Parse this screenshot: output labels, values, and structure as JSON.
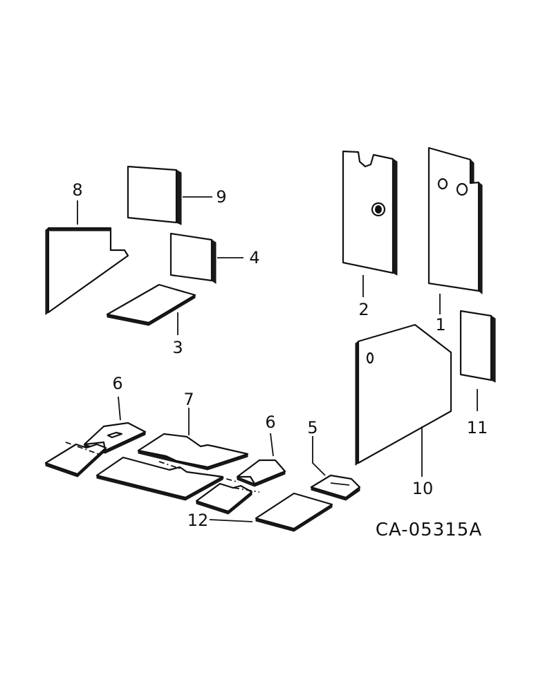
{
  "diagram": {
    "drawing_code": "CA-05315A",
    "callouts": [
      "1",
      "2",
      "3",
      "4",
      "5",
      "6",
      "6",
      "7",
      "8",
      "9",
      "10",
      "11",
      "12"
    ]
  }
}
